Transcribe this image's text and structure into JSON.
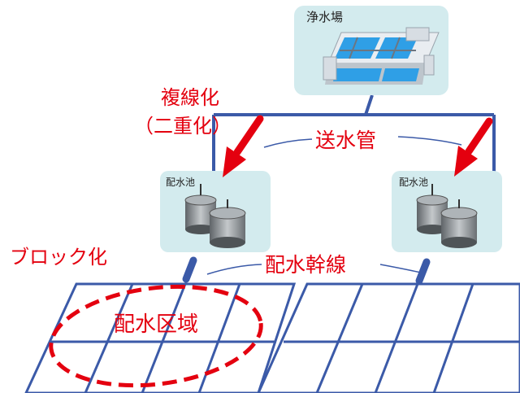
{
  "purification_plant": {
    "label": "浄水場"
  },
  "reservoirs": [
    {
      "label": "配水池"
    },
    {
      "label": "配水池"
    }
  ],
  "annotations": {
    "duplication_line1": "複線化",
    "duplication_line2": "（二重化）",
    "transmission_pipe": "送水管",
    "block_division": "ブロック化",
    "distribution_main": "配水幹線",
    "distribution_area": "配水区域"
  },
  "colors": {
    "pipe_blue": "#3b5aa8",
    "arrow_red": "#e4000f",
    "facility_box": "#d3ebee",
    "water": "#2f9fe6"
  }
}
